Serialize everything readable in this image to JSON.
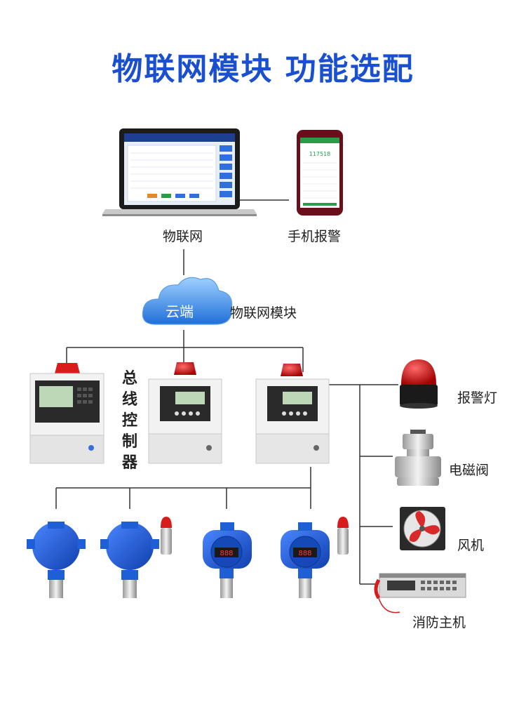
{
  "title": "物联网模块 功能选配",
  "nodes": {
    "iot": "物联网",
    "phone_alarm": "手机报警",
    "cloud": "云端",
    "iot_module": "物联网模块",
    "bus_controller": "总线控制器",
    "alarm_light": "报警灯",
    "solenoid_valve": "电磁阀",
    "fan": "风机",
    "fire_host": "消防主机"
  },
  "colors": {
    "title": "#1a4fd0",
    "detector": "#1f5fd6",
    "cloud": "#2e7ee0",
    "alarm_red": "#d81c1c"
  }
}
